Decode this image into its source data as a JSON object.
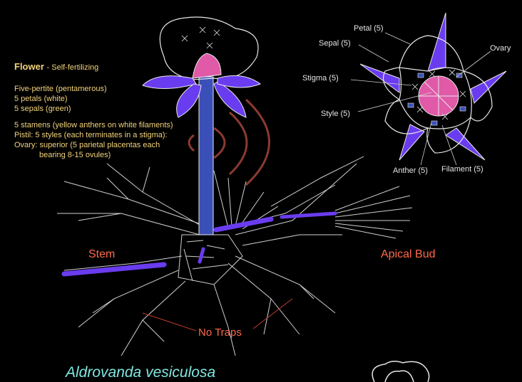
{
  "flower": {
    "title": "Flower",
    "subtitle": "- Self-fertilizing",
    "lines": [
      "Five-pertite (pentamerous)",
      "5 petals (white)",
      "5 sepals (green)",
      "5 stamens (yellow anthers on white filaments)",
      "Pistil: 5 styles (each terminates in a stigma):",
      "Ovary: superior (5 parietal placentas each",
      "bearing 8-15 ovules)"
    ]
  },
  "flower_parts": {
    "petal": "Petal (5)",
    "sepal": "Sepal (5)",
    "ovary": "Ovary",
    "stigma": "Stigma (5)",
    "style": "Style (5)",
    "anther": "Anther (5)",
    "filament": "Filament (5)"
  },
  "plant_parts": {
    "stem": "Stem",
    "apical_bud": "Apical Bud",
    "no_traps": "No Traps"
  },
  "species": "Aldrovanda vesiculosa",
  "colors": {
    "background": "#000000",
    "stem": "#3a4fb8",
    "sepal": "#6a3cf0",
    "ovary": "#e05aa8",
    "annotation": "#f2d27a",
    "label_red": "#ff6a4a",
    "species": "#7fe8e0"
  }
}
